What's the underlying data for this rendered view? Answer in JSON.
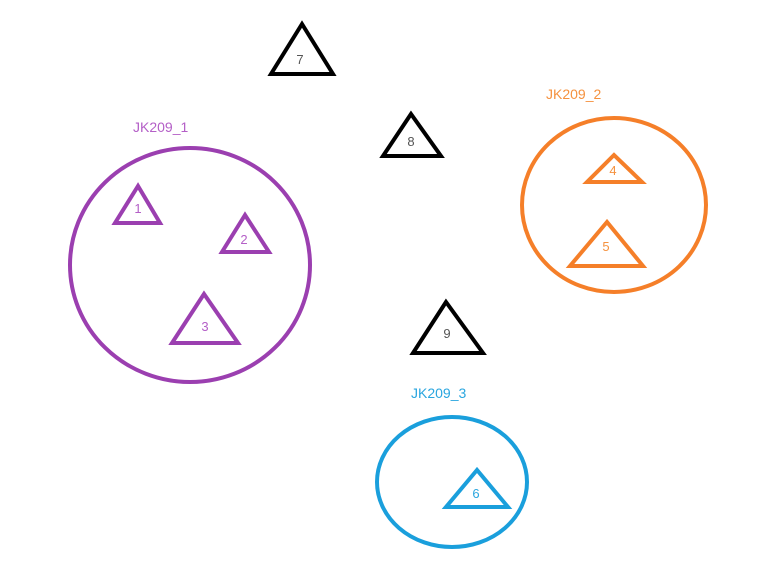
{
  "colors": {
    "purple": "#9b3fb0",
    "orange": "#f57f29",
    "blue": "#1a9fdc",
    "black": "#000000",
    "purple_text": "#b45fc7",
    "orange_text": "#f5923f",
    "blue_text": "#2aa6df",
    "number_text": "#555555"
  },
  "groups": [
    {
      "label": "JK209_1",
      "color": "purple",
      "members": [
        "1",
        "2",
        "3"
      ]
    },
    {
      "label": "JK209_2",
      "color": "orange",
      "members": [
        "4",
        "5"
      ]
    },
    {
      "label": "JK209_3",
      "color": "blue",
      "members": [
        "6"
      ]
    }
  ],
  "triangles": [
    {
      "number": "1",
      "group": "JK209_1"
    },
    {
      "number": "2",
      "group": "JK209_1"
    },
    {
      "number": "3",
      "group": "JK209_1"
    },
    {
      "number": "4",
      "group": "JK209_2"
    },
    {
      "number": "5",
      "group": "JK209_2"
    },
    {
      "number": "6",
      "group": "JK209_3"
    },
    {
      "number": "7",
      "group": ""
    },
    {
      "number": "8",
      "group": ""
    },
    {
      "number": "9",
      "group": ""
    }
  ]
}
